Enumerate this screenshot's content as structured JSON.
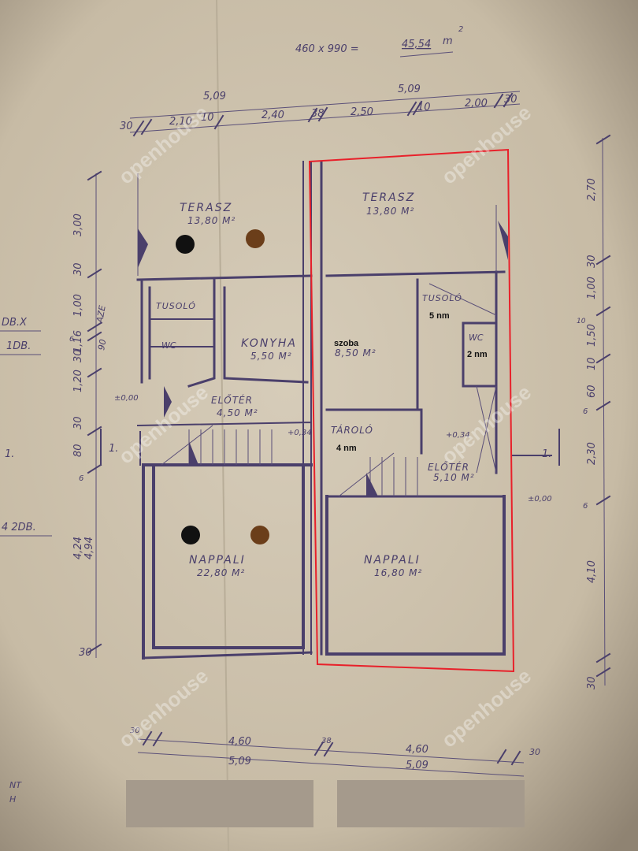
{
  "header_note": {
    "calc": "460 x 990 =",
    "result": "45,54",
    "unit": "m",
    "exp": "2"
  },
  "top_dimensions": {
    "total_left": "5,09",
    "total_right": "5,09",
    "segments": [
      "30",
      "2,10",
      "10",
      "2,40",
      "38",
      "2,50",
      "10",
      "2,00",
      "30"
    ]
  },
  "bottom_dimensions": {
    "inner_left": "4,60",
    "total_left": "5,09",
    "inner_right": "4,60",
    "total_right": "5,09",
    "ends": [
      "30",
      "38",
      "30"
    ]
  },
  "left_dimensions": [
    "3,00",
    "30",
    "1,00",
    "6",
    "1,16",
    "1,20",
    "30",
    "30",
    "80",
    "6",
    "4,24",
    "4,94",
    "30"
  ],
  "left_notes": [
    "DB.X",
    "1DB.",
    "4 2DB.",
    "1.",
    "NT",
    "H"
  ],
  "left_blue_notes": [
    "AZE",
    "90"
  ],
  "right_dimensions": [
    "2,70",
    "30",
    "1,00",
    "10",
    "1,50",
    "10",
    "60",
    "6",
    "2,30",
    "6",
    "4,10",
    "30"
  ],
  "section_marks": [
    "1.",
    "1."
  ],
  "levels": [
    "±0,00",
    "+0,34",
    "+0,34",
    "±0,00"
  ],
  "left_unit": {
    "rooms": [
      {
        "name": "TERASZ",
        "area": "13,80 M²"
      },
      {
        "name": "TUSOLÓ",
        "area": ""
      },
      {
        "name": "WC",
        "area": ""
      },
      {
        "name": "KONYHA",
        "area": "5,50 M²"
      },
      {
        "name": "ELŐTÉR",
        "area": "4,50 M²"
      },
      {
        "name": "NAPPALI",
        "area": "22,80 M²"
      }
    ]
  },
  "right_unit": {
    "rooms": [
      {
        "name": "TERASZ",
        "area": "13,80 M²"
      },
      {
        "name": "TUSOLÓ",
        "area": ""
      },
      {
        "name": "WC",
        "area": ""
      },
      {
        "name": "",
        "area": "8,50 M²"
      },
      {
        "name": "TÁROLÓ",
        "area": ""
      },
      {
        "name": "ELŐTÉR",
        "area": "5,10 M²"
      },
      {
        "name": "NAPPALI",
        "area": "16,80 M²"
      }
    ],
    "annotations": {
      "szoba": "szoba",
      "tusolo": "5 nm",
      "wc": "2 nm",
      "tarolo": "4 nm"
    }
  },
  "watermark": "openhouse",
  "colors": {
    "paper": "#cdc2ae",
    "ink": "#4a3f6b",
    "highlight": "#e8202a"
  }
}
